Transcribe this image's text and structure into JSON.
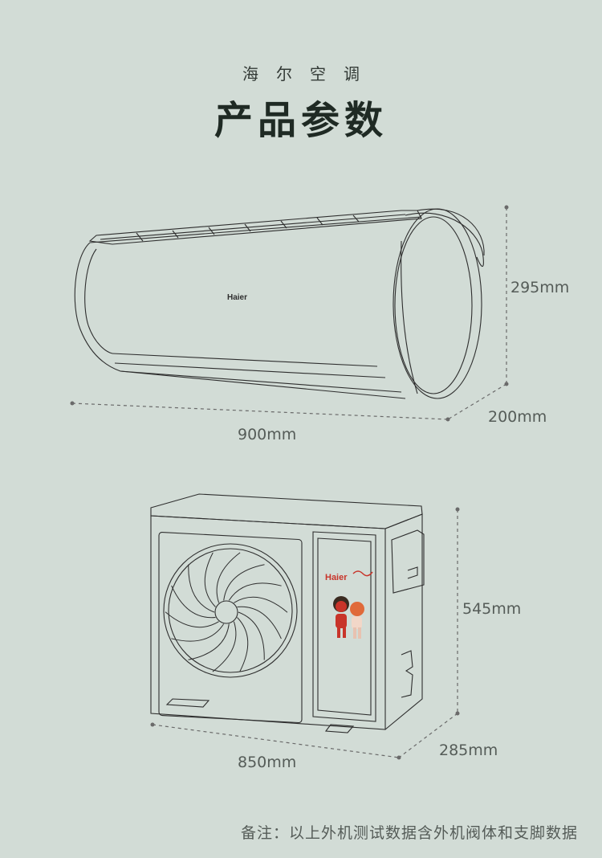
{
  "header": {
    "subtitle": "海尔空调",
    "title": "产品参数"
  },
  "indoor_unit": {
    "brand": "Haier",
    "height": "295mm",
    "depth": "200mm",
    "width": "900mm"
  },
  "outdoor_unit": {
    "brand": "Haier",
    "height": "545mm",
    "depth": "285mm",
    "width": "850mm"
  },
  "footnote": "备注：以上外机测试数据含外机阀体和支脚数据",
  "colors": {
    "background": "#d2dcd6",
    "line": "#2e2e2e",
    "dimension": "#666666",
    "brand_red": "#c8342a"
  }
}
